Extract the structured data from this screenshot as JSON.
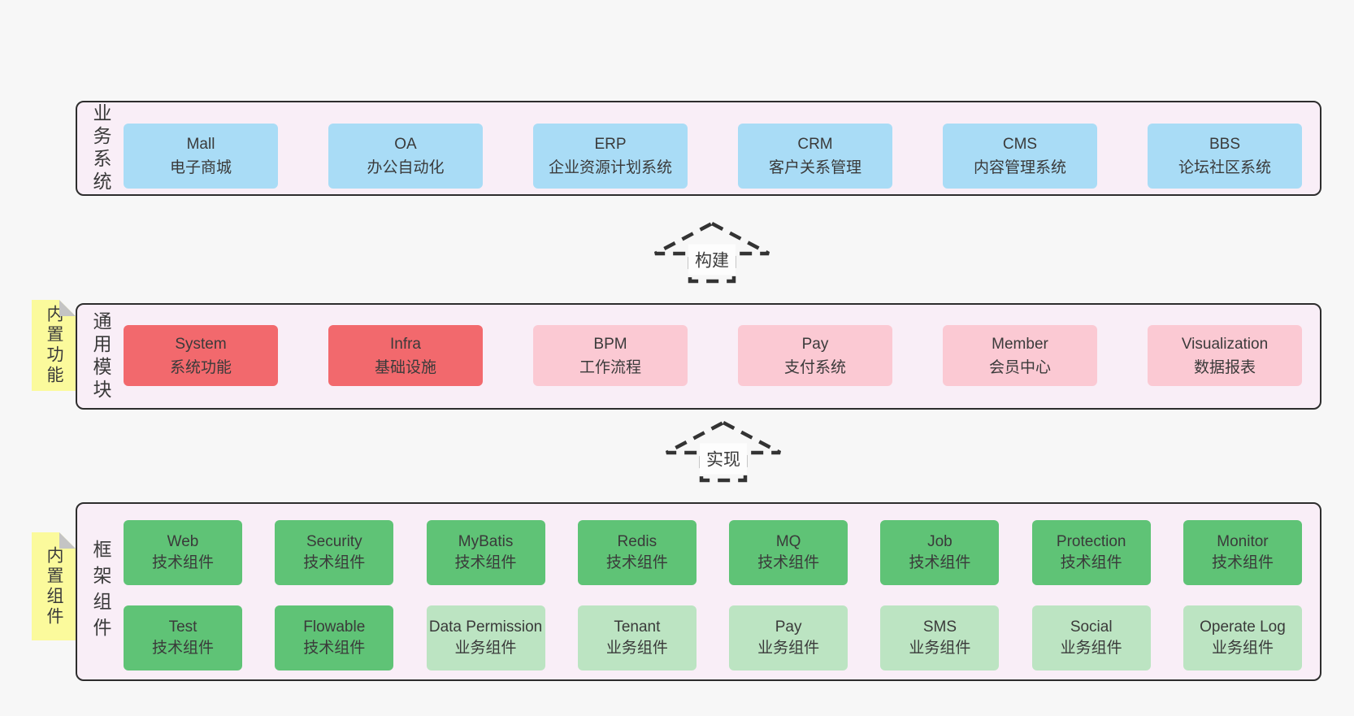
{
  "colors": {
    "page_bg": "#f7f7f7",
    "panel_bg": "#f9eef7",
    "panel_border": "#2d2d2d",
    "card_blue": "#a9dcf6",
    "card_red": "#f2696d",
    "card_pink": "#fbc9d3",
    "card_green": "#5fc376",
    "card_green_light": "#bce4c2",
    "sticky_yellow": "#fbfa9c",
    "sticky_fold": "#c4c4c4",
    "text": "#3a3a3a",
    "arrow": "#333333"
  },
  "arrows": {
    "build": "构建",
    "implement": "实现"
  },
  "business": {
    "label": "业务系统",
    "items": [
      {
        "id": "mall",
        "name": "Mall",
        "desc": "电子商城",
        "variant": "blue"
      },
      {
        "id": "oa",
        "name": "OA",
        "desc": "办公自动化",
        "variant": "blue"
      },
      {
        "id": "erp",
        "name": "ERP",
        "desc": "企业资源计划系统",
        "variant": "blue"
      },
      {
        "id": "crm",
        "name": "CRM",
        "desc": "客户关系管理",
        "variant": "blue"
      },
      {
        "id": "cms",
        "name": "CMS",
        "desc": "内容管理系统",
        "variant": "blue"
      },
      {
        "id": "bbs",
        "name": "BBS",
        "desc": "论坛社区系统",
        "variant": "blue"
      }
    ]
  },
  "modules": {
    "label": "通用模块",
    "sticky": "内置功能",
    "items": [
      {
        "id": "system",
        "name": "System",
        "desc": "系统功能",
        "variant": "red"
      },
      {
        "id": "infra",
        "name": "Infra",
        "desc": "基础设施",
        "variant": "red"
      },
      {
        "id": "bpm",
        "name": "BPM",
        "desc": "工作流程",
        "variant": "pink"
      },
      {
        "id": "pay",
        "name": "Pay",
        "desc": "支付系统",
        "variant": "pink"
      },
      {
        "id": "member",
        "name": "Member",
        "desc": "会员中心",
        "variant": "pink"
      },
      {
        "id": "visualization",
        "name": "Visualization",
        "desc": "数据报表",
        "variant": "pink"
      }
    ]
  },
  "framework": {
    "label": "框架组件",
    "sticky": "内置组件",
    "row1": [
      {
        "id": "web",
        "name": "Web",
        "desc": "技术组件",
        "variant": "green"
      },
      {
        "id": "security",
        "name": "Security",
        "desc": "技术组件",
        "variant": "green"
      },
      {
        "id": "mybatis",
        "name": "MyBatis",
        "desc": "技术组件",
        "variant": "green"
      },
      {
        "id": "redis",
        "name": "Redis",
        "desc": "技术组件",
        "variant": "green"
      },
      {
        "id": "mq",
        "name": "MQ",
        "desc": "技术组件",
        "variant": "green"
      },
      {
        "id": "job",
        "name": "Job",
        "desc": "技术组件",
        "variant": "green"
      },
      {
        "id": "protection",
        "name": "Protection",
        "desc": "技术组件",
        "variant": "green"
      },
      {
        "id": "monitor",
        "name": "Monitor",
        "desc": "技术组件",
        "variant": "green"
      }
    ],
    "row2": [
      {
        "id": "test",
        "name": "Test",
        "desc": "技术组件",
        "variant": "green"
      },
      {
        "id": "flowable",
        "name": "Flowable",
        "desc": "技术组件",
        "variant": "green"
      },
      {
        "id": "data-permission",
        "name": "Data Permission",
        "desc": "业务组件",
        "variant": "green-light"
      },
      {
        "id": "tenant",
        "name": "Tenant",
        "desc": "业务组件",
        "variant": "green-light"
      },
      {
        "id": "pay-biz",
        "name": "Pay",
        "desc": "业务组件",
        "variant": "green-light"
      },
      {
        "id": "sms",
        "name": "SMS",
        "desc": "业务组件",
        "variant": "green-light"
      },
      {
        "id": "social",
        "name": "Social",
        "desc": "业务组件",
        "variant": "green-light"
      },
      {
        "id": "operate-log",
        "name": "Operate Log",
        "desc": "业务组件",
        "variant": "green-light"
      }
    ]
  }
}
